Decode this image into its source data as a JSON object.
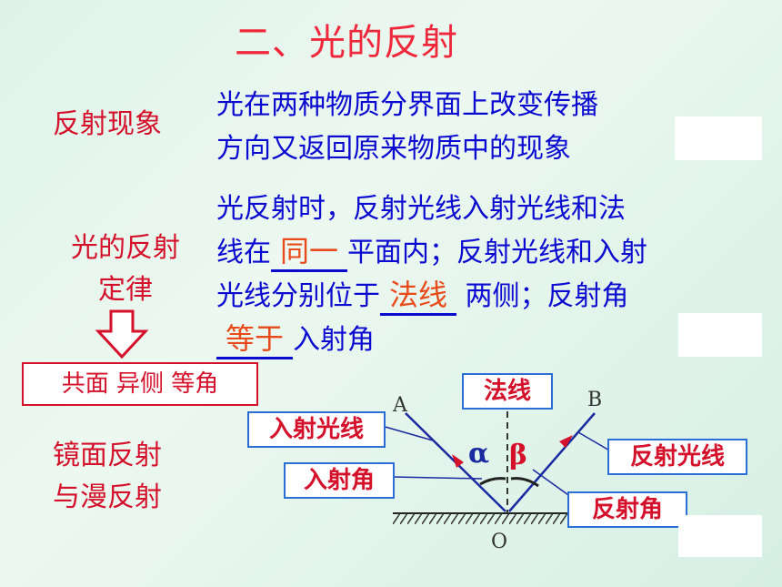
{
  "title": "二、光的反射",
  "sections": {
    "phenomenon": {
      "label": "反射现象",
      "line1": "光在两种物质分界面上改变传播",
      "line2": "方向又返回原来物质中的现象"
    },
    "law": {
      "label_line1": "光的反射",
      "label_line2": "定律",
      "line1": "光反射时，反射光线入射光线和法",
      "line2_a": "线在",
      "blank1": "同一",
      "line2_b": "平面内；反射光线和入射",
      "line3_a": "光线分别位于",
      "blank2": "法线",
      "line3_b": " 两侧；反射角",
      "blank3": "等于",
      "line4_b": "入射角"
    },
    "summary": "共面  异侧  等角",
    "mirror": {
      "label_line1": "镜面反射",
      "label_line2": "与漫反射"
    }
  },
  "diagram": {
    "normal_label": "法线",
    "incident_ray_label": "入射光线",
    "reflected_ray_label": "反射光线",
    "incidence_angle_label": "入射角",
    "reflection_angle_label": "反射角",
    "point_a": "A",
    "point_b": "B",
    "point_o": "O",
    "alpha": "α",
    "beta": "β"
  },
  "colors": {
    "title": "#f0283c",
    "label_red": "#d4102a",
    "text_blue": "#0a0ad0",
    "fill_orange": "#e84a1a",
    "callout_border": "#2a6fd6"
  }
}
